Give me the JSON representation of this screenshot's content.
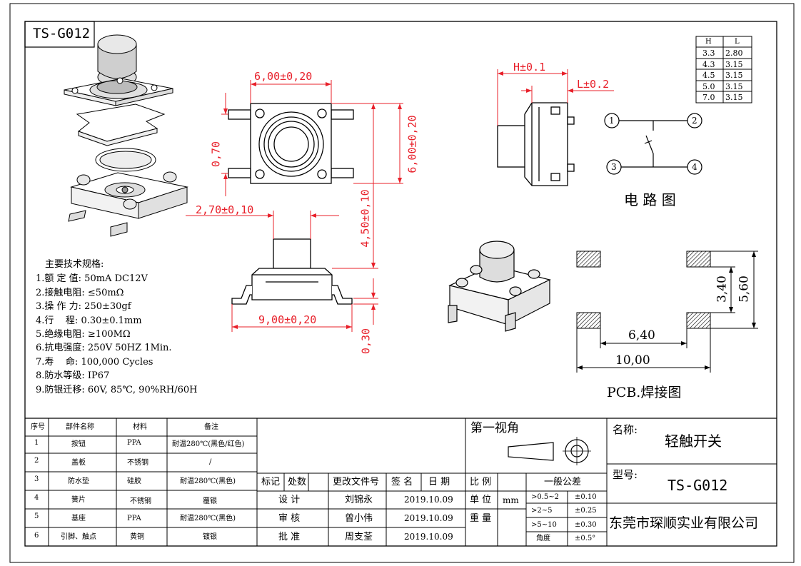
{
  "model_tag": "TS-G012",
  "dimensions": {
    "top_width": "6,00±0,20",
    "top_height": "6,00±0,20",
    "pin_offset": "0,70",
    "stem_width": "2,70±0,10",
    "body_height": "4,50±0,10",
    "pin_span": "9,00±0,20",
    "pin_thickness": "0,30",
    "h_tol": "H±0.1",
    "l_tol": "L±0.2"
  },
  "hl_table": {
    "headers": [
      "H",
      "L"
    ],
    "rows": [
      [
        "3.3",
        "2.80"
      ],
      [
        "4.3",
        "3.15"
      ],
      [
        "4.5",
        "3.15"
      ],
      [
        "5.0",
        "3.15"
      ],
      [
        "7.0",
        "3.15"
      ]
    ]
  },
  "circuit": {
    "title": "电 路 图",
    "pins": [
      "1",
      "2",
      "3",
      "4"
    ]
  },
  "pcb": {
    "title": "PCB.焊接图",
    "dim_340": "3,40",
    "dim_560": "5,60",
    "dim_640": "6,40",
    "dim_1000": "10,00"
  },
  "specs": {
    "title": "主要技术规格:",
    "items": [
      "1.额 定 值: 50mA DC12V",
      "2.接触电阻: ≤50mΩ",
      "3.操 作 力: 250±30gf",
      "4.行    程: 0.30±0.1mm",
      "5.绝缘电阻: ≥100MΩ",
      "6.抗电强度: 250V 50HZ 1Min.",
      "7.寿    命: 100,000 Cycles",
      "8.防水等级: IP67",
      "9.防银迁移: 60V, 85℃, 90%RH/60H"
    ]
  },
  "bom": {
    "headers": [
      "序号",
      "部件名称",
      "材料",
      "备注"
    ],
    "rows": [
      [
        "1",
        "按钮",
        "PPA",
        "耐温280℃(黑色/红色)"
      ],
      [
        "2",
        "盖板",
        "不锈钢",
        "/"
      ],
      [
        "3",
        "防水垫",
        "硅胶",
        "耐温280℃(黑色)"
      ],
      [
        "4",
        "簧片",
        "不锈钢",
        "覆银"
      ],
      [
        "5",
        "基座",
        "PPA",
        "耐温280℃(黑色)"
      ],
      [
        "6",
        "引脚、触点",
        "黄铜",
        "镀银"
      ]
    ]
  },
  "revision": {
    "headers": [
      "标记",
      "处数",
      "更改文件号",
      "签 名",
      "日 期"
    ],
    "rows": [
      [
        "设 计",
        "刘锦永",
        "2019.10.09"
      ],
      [
        "审 核",
        "曾小伟",
        "2019.10.09"
      ],
      [
        "批 准",
        "周支荃",
        "2019.10.09"
      ]
    ]
  },
  "projection": "第一视角",
  "scale_labels": [
    "比 例",
    "单 位",
    "重 量"
  ],
  "unit": "mm",
  "tolerance": {
    "title": "一般公差",
    "rows": [
      [
        ">0.5~2",
        "±0.10"
      ],
      [
        ">2~5",
        "±0.25"
      ],
      [
        ">5~10",
        "±0.30"
      ],
      [
        "角度",
        "±0.5°"
      ]
    ]
  },
  "title_block": {
    "name_label": "名称:",
    "name": "轻触开关",
    "model_label": "型号:",
    "model": "TS-G012",
    "company": "东莞市琛顺实业有限公司"
  }
}
